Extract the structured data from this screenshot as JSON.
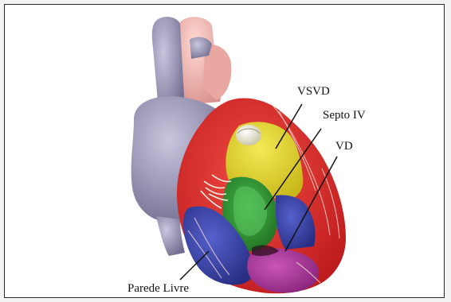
{
  "figure": {
    "labels": {
      "vsvd": "VSVD",
      "septo": "Septo IV",
      "vd": "VD",
      "parede": "Parede Livre"
    },
    "colors": {
      "background": "#ffffff",
      "vessel": "#9c98b6",
      "aorta": "#f2b8b4",
      "myocardium": "#df2f2f",
      "outflow_tract": "#e8dc2a",
      "septum": "#2f9a32",
      "free_wall": "#3c46b4",
      "apex_region": "#b23aa4",
      "leader_line": "#111111"
    }
  }
}
